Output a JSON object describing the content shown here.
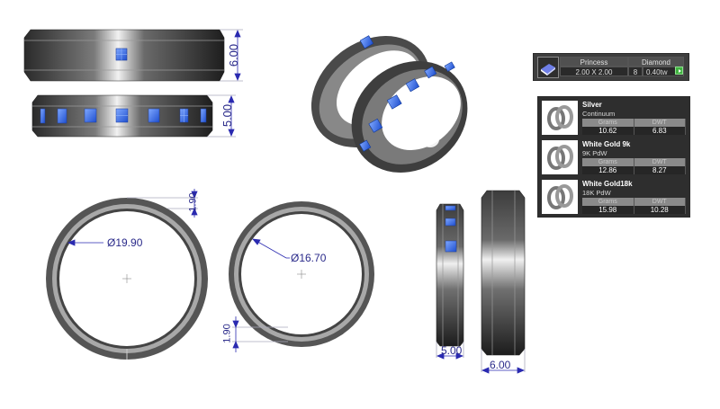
{
  "drawing": {
    "side_views": {
      "ring_wide_height": "6.00",
      "ring_narrow_height": "5.00"
    },
    "front_views": {
      "large_ring_diameter": "Ø19.90",
      "large_ring_thickness": "1.90",
      "small_ring_diameter": "Ø16.70",
      "small_ring_thickness": "1.90"
    },
    "profile_views": {
      "narrow_width": "5.00",
      "wide_width": "6.00"
    }
  },
  "stone_panel": {
    "shape_header": "Princess",
    "size": "2.00 X 2.00",
    "type_header": "Diamond",
    "count": "8",
    "weight": "0.40tw",
    "go_button_color": "#3fb23f"
  },
  "metal_panel": {
    "columns": [
      "Grams",
      "DWT"
    ],
    "items": [
      {
        "name": "Silver",
        "subtitle": "Continuum",
        "grams": "10.62",
        "dwt": "6.83"
      },
      {
        "name": "White Gold 9k",
        "subtitle": "9K PdW",
        "grams": "12.86",
        "dwt": "8.27"
      },
      {
        "name": "White Gold18k",
        "subtitle": "18K PdW",
        "grams": "15.98",
        "dwt": "10.28"
      }
    ]
  },
  "colors": {
    "dimension_line": "#2a2ab0",
    "gem_blue": "#2f6ee8",
    "metal_dark": "#3a3a3a",
    "panel_bg": "#2e2e2e"
  }
}
